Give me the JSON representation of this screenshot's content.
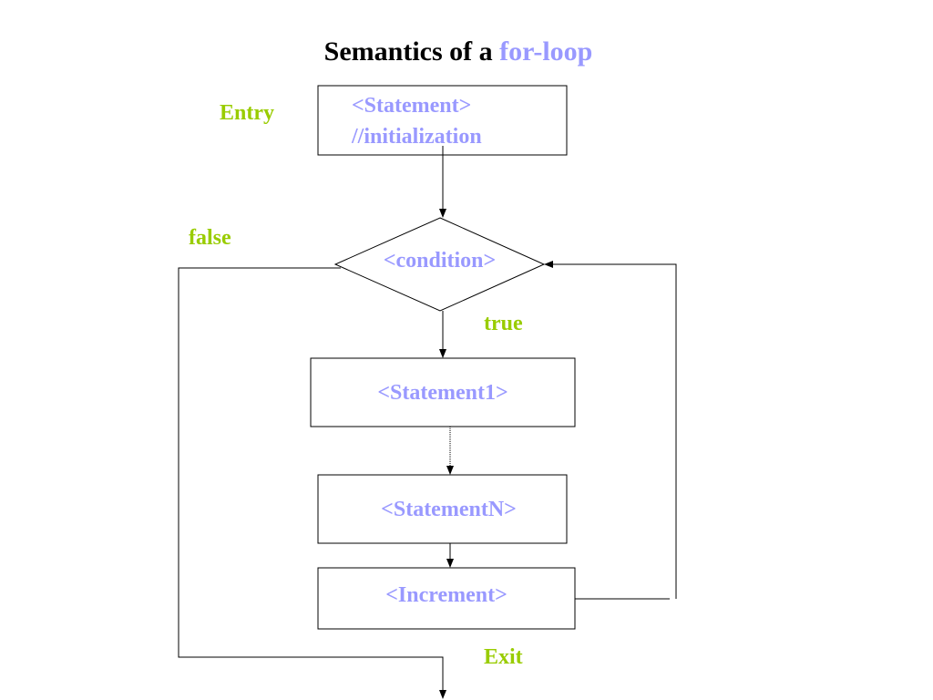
{
  "title": {
    "prefix": "Semantics of a",
    "highlight": "for-loop"
  },
  "labels": {
    "entry": "Entry",
    "false": "false",
    "true": "true",
    "exit": "Exit"
  },
  "nodes": {
    "init_line1": "<Statement>",
    "init_line2": "//initialization",
    "condition": "<condition>",
    "statement1": "<Statement1>",
    "statementN": "<StatementN>",
    "increment": "<Increment>"
  },
  "colors": {
    "accent": "#9999ff",
    "label_green": "#99cc00",
    "line": "#000000"
  }
}
